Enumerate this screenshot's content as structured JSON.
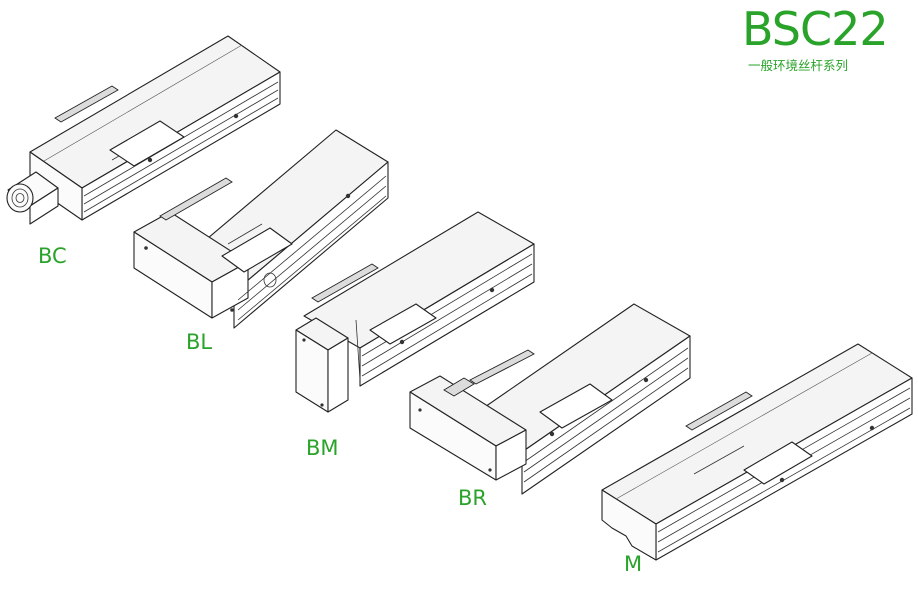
{
  "header": {
    "title": "BSC22",
    "subtitle": "一般环境丝杆系列"
  },
  "variants": [
    {
      "code": "BC"
    },
    {
      "code": "BL"
    },
    {
      "code": "BM"
    },
    {
      "code": "BR"
    },
    {
      "code": "M"
    }
  ],
  "colors": {
    "accent": "#2aa32a",
    "line": "#222222"
  }
}
